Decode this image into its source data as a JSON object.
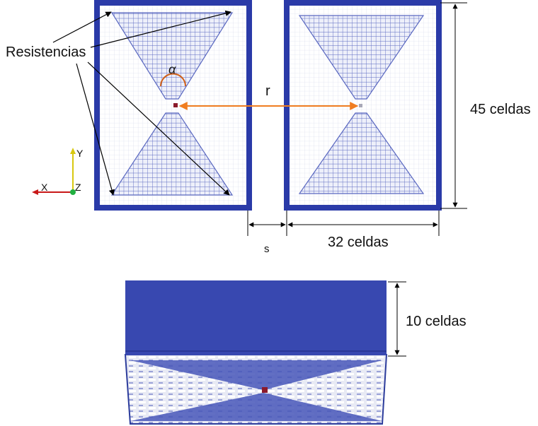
{
  "labels": {
    "resistencias": "Resistencias",
    "alpha": "α",
    "r": "r",
    "height_cells": "45 celdas",
    "spacing": "s",
    "width_cells": "32 celdas",
    "depth_cells": "10 celdas",
    "axis_y": "Y",
    "axis_x": "X",
    "axis_z": "Z"
  },
  "grid": {
    "cols": 32,
    "rows": 45,
    "layers": 10
  },
  "colors": {
    "frame": "#2a3aa8",
    "grid_line": "#d3d7ea",
    "resistor": "#5a68c0",
    "block_top": "#3848b0",
    "block_side": "#2c3c9c",
    "dimension": "#000000",
    "r_arrow": "#f07d20",
    "alpha_arc": "#d06018",
    "source_point": "#8b1a2b",
    "axis_y": "#d8c810",
    "axis_x": "#c81818",
    "axis_origin": "#20b040"
  }
}
